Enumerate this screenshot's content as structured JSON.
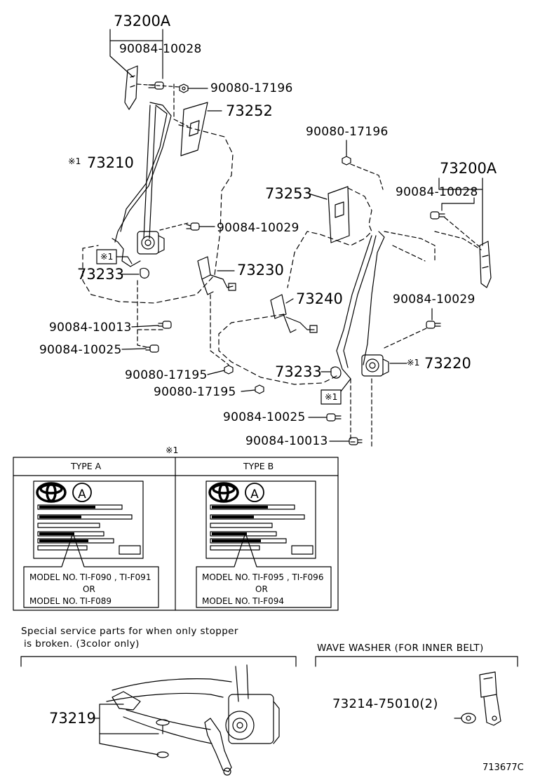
{
  "diagram_id": "713677C",
  "callouts": {
    "l_73200A": "73200A",
    "l_10028": "90084-10028",
    "l_17196_a": "90080-17196",
    "l_73252": "73252",
    "l_73210": "73210",
    "l_73210_mark": "※1",
    "l_10029_a": "90084-10029",
    "l_73233_a": "73233",
    "l_mark1_a": "※1",
    "l_73230": "73230",
    "l_10013_a": "90084-10013",
    "l_10025_a": "90084-10025",
    "l_17195_a": "90080-17195",
    "l_17195_b": "90080-17195",
    "l_17196_b": "90080-17196",
    "r_73200A": "73200A",
    "r_10028": "90084-10028",
    "r_73253": "73253",
    "r_73240": "73240",
    "r_10029": "90084-10029",
    "r_73233": "73233",
    "r_mark1": "※1",
    "r_73220_mark": "※1",
    "r_73220": "73220",
    "r_10025": "90084-10025",
    "r_10013": "90084-10013"
  },
  "type_table": {
    "note_mark": "※1",
    "type_a": {
      "header": "TYPE A",
      "badge": "A",
      "line1_label": "MODEL NO.",
      "line1_value": "TI-F090 , TI-F091",
      "or": "OR",
      "line2_label": "MODEL NO.",
      "line2_value": "TI-F089"
    },
    "type_b": {
      "header": "TYPE B",
      "badge": "A",
      "line1_label": "MODEL NO.",
      "line1_value": "TI-F095 , TI-F096",
      "or": "OR",
      "line2_label": "MODEL NO.",
      "line2_value": "TI-F094"
    }
  },
  "stopper_section": {
    "note_line1": "Special service parts for when only stopper",
    "note_line2": "is broken. (3color only)",
    "part_no": "73219"
  },
  "washer_section": {
    "title": "WAVE WASHER (FOR INNER BELT)",
    "part_no": "73214-75010(2)"
  }
}
